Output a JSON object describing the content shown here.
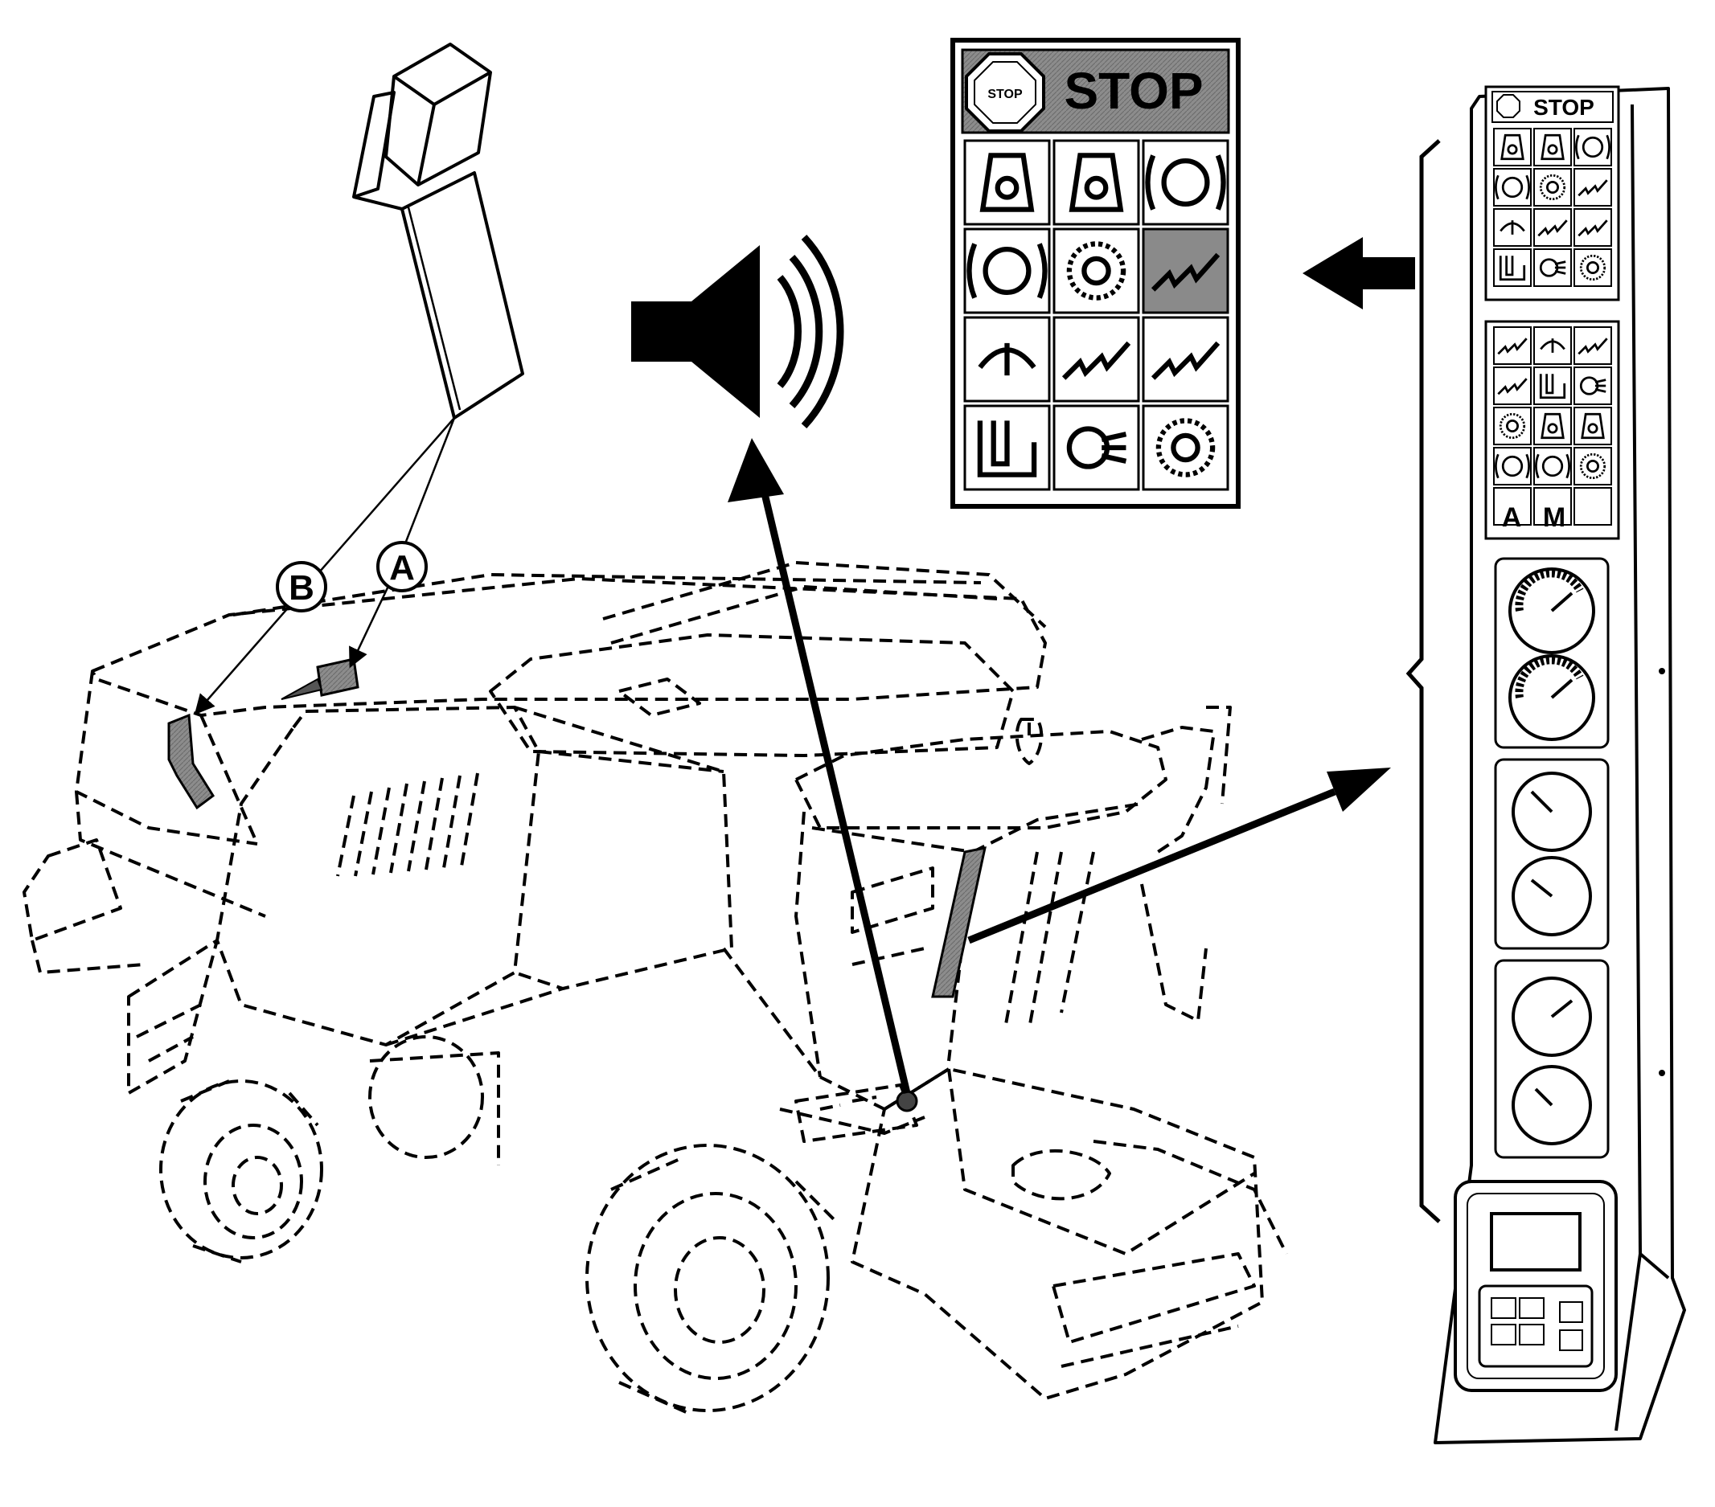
{
  "callouts": {
    "a": "A",
    "b": "B"
  },
  "alarm_panel": {
    "stop_badge": "STOP",
    "stop_title": "STOP",
    "icons": [
      "engine-oil-pressure-icon",
      "coolant-temperature-icon",
      "parking-brake-icon",
      "brake-oil-icon",
      "hydraulic-oil-temperature-icon",
      "unloading-auger-icon",
      "straw-walker-icon",
      "shaker-shoe-icon",
      "cutter-bar-icon",
      "grain-tank-full-icon",
      "chopper-icon",
      "rotor-speed-icon"
    ],
    "highlighted_icon": "unloading-auger-icon"
  },
  "console": {
    "stop_title": "STOP",
    "letter_a": "A",
    "letter_m": "M"
  },
  "colors": {
    "panel_gray": "#7f7f7f",
    "highlight_gray": "#8a8a8a",
    "line": "#000000"
  }
}
